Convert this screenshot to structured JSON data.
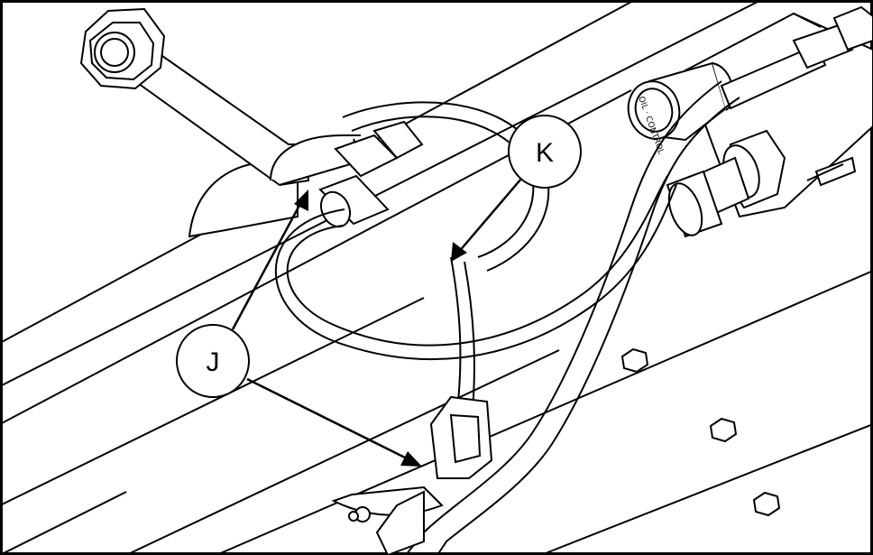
{
  "callouts": [
    {
      "id": "k",
      "label": "K"
    },
    {
      "id": "j",
      "label": "J"
    }
  ],
  "plug_marking": "OIL · CONTROL",
  "colors": {
    "line": "#000000",
    "background": "#ffffff"
  },
  "icons": [
    "hydraulic-hose",
    "hex-fitting",
    "hose-clamp",
    "hex-nut",
    "quick-coupler",
    "arrow"
  ]
}
